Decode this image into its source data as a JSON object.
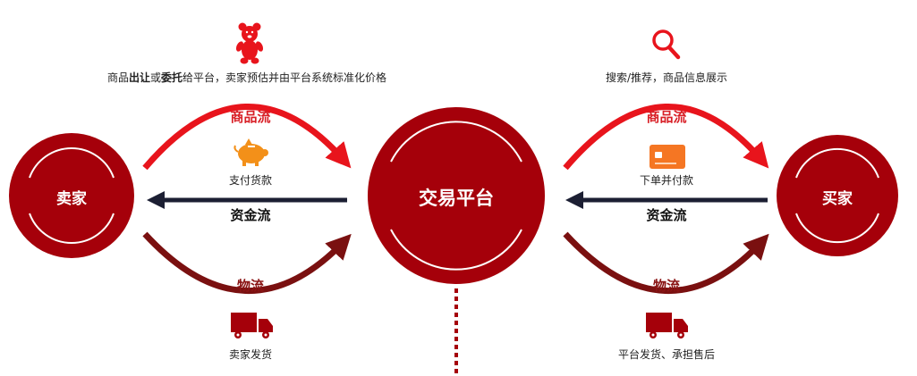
{
  "nodes": {
    "seller": "卖家",
    "platform": "交易平台",
    "buyer": "买家"
  },
  "left": {
    "top_caption": {
      "pre": "商品",
      "bold1": "出让",
      "mid": "或",
      "bold2": "委托",
      "post": "给平台，卖家预估并由平台系统标准化价格"
    },
    "goods_flow": "商品流",
    "payment_caption": "支付货款",
    "money_flow": "资金流",
    "logistics_flow": "物流",
    "bottom_caption": "卖家发货"
  },
  "right": {
    "top_caption": "搜索/推荐，商品信息展示",
    "goods_flow": "商品流",
    "payment_caption": "下单并付款",
    "money_flow": "资金流",
    "logistics_flow": "物流",
    "bottom_caption": "平台发货、承担售后"
  },
  "icons": [
    "bear-icon",
    "piggy-bank-icon",
    "truck-icon",
    "search-icon",
    "credit-card-icon",
    "truck-icon"
  ],
  "colors": {
    "node_fill": "#a5000a",
    "goods_flow": "#e8141c",
    "logistics_flow": "#7a1010",
    "money_flow": "#1c1f33"
  }
}
